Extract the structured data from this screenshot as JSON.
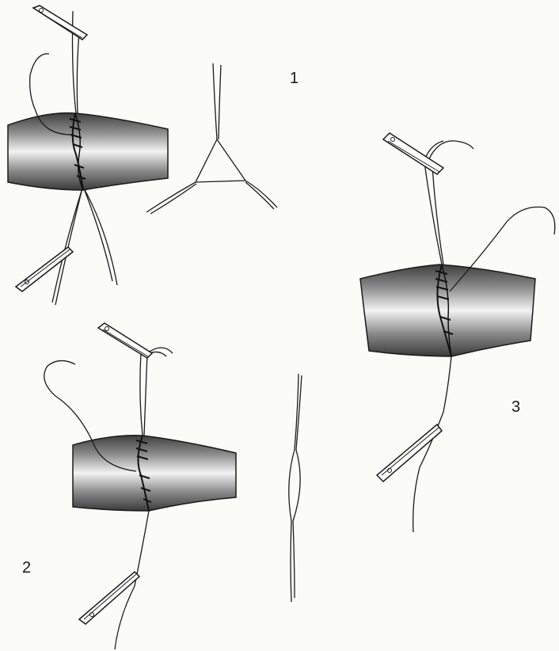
{
  "labels": {
    "step1": "1",
    "step2": "2",
    "step3": "3"
  },
  "colors": {
    "ink": "#1a1a1a",
    "vessel_dark": "#4a4a4a",
    "vessel_light": "#f2f2f2",
    "background": "#fbfbf8"
  }
}
